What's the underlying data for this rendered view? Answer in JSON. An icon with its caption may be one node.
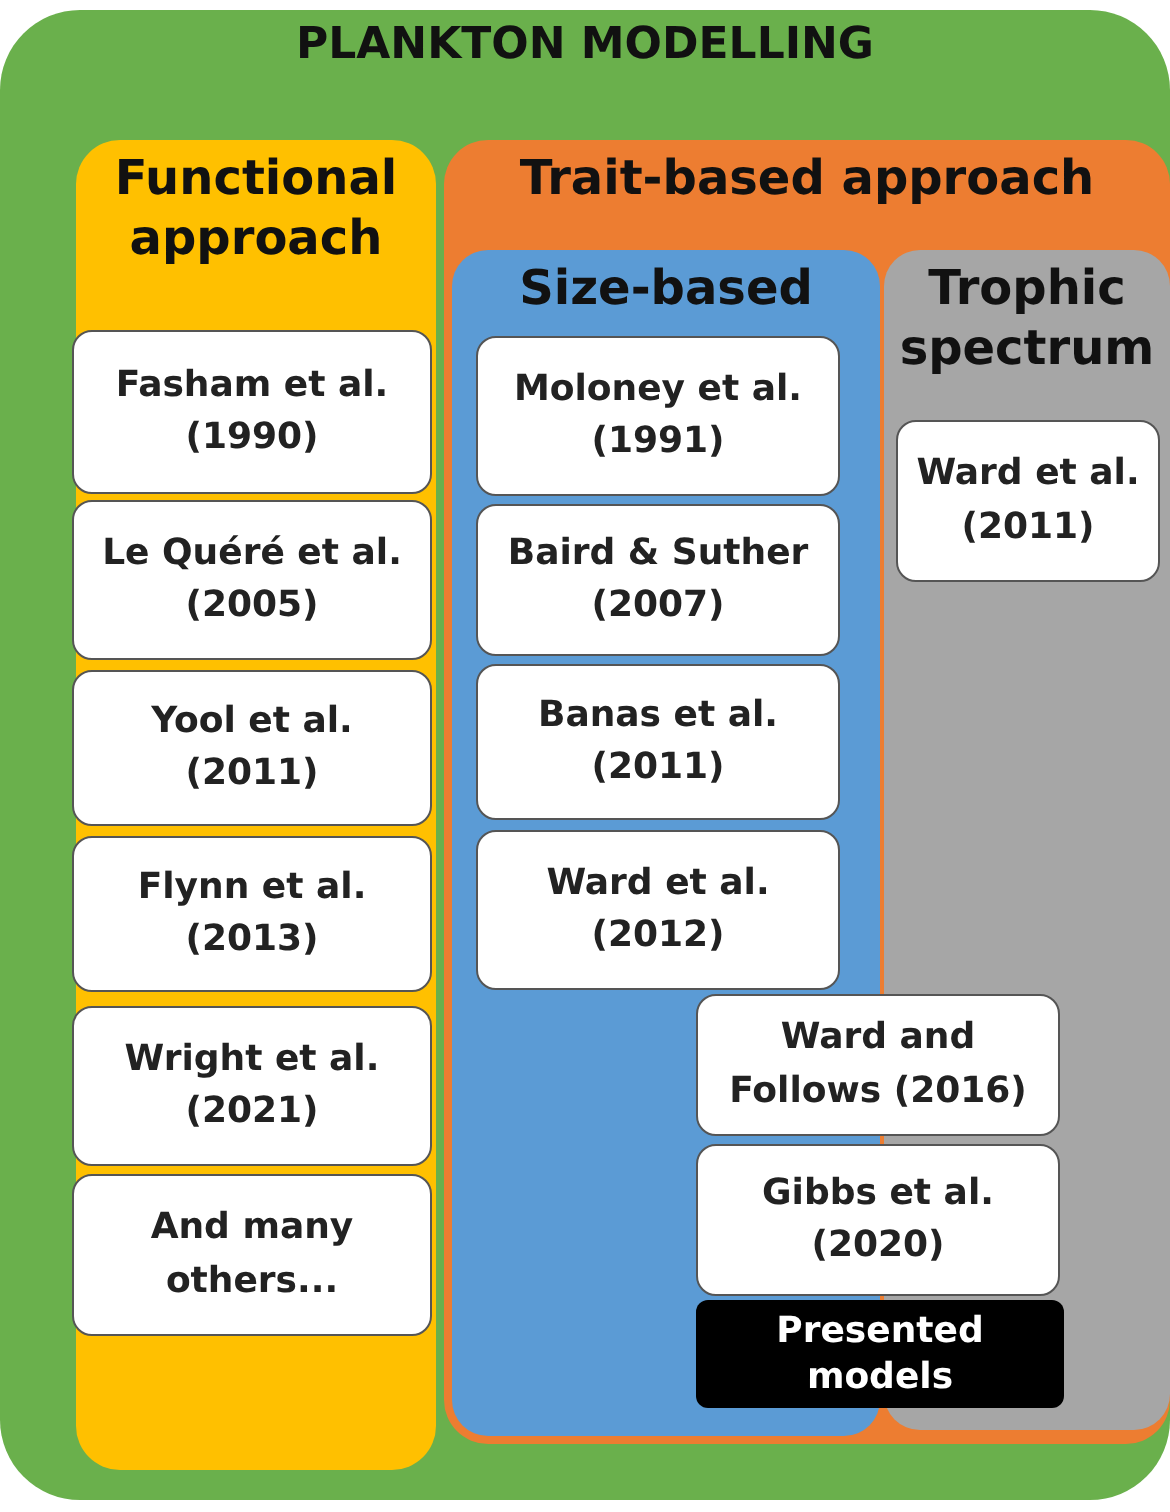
{
  "diagram": {
    "nodes": [
      {
        "text": [
          "PLANKTON MODELLING"
        ]
      },
      {
        "text": [
          "Functional approach"
        ],
        "in": 0
      },
      {
        "text": [
          "Fasham et al. (1990)"
        ],
        "in": 1
      },
      {
        "text": [
          "Le Quéré et al. (2005)"
        ],
        "in": 1
      },
      {
        "text": [
          "Yool et al. (2011)"
        ],
        "in": 1
      },
      {
        "text": [
          "Flynn et al. (2013)"
        ],
        "in": 1
      },
      {
        "text": [
          "Wright et al. (2021)"
        ],
        "in": 1
      },
      {
        "text": [
          "And many others..."
        ],
        "in": 1
      },
      {
        "text": [
          "Trait-based approach"
        ],
        "in": 0
      },
      {
        "text": [
          "Size-based"
        ],
        "in": 8
      },
      {
        "text": [
          "Moloney et al. (1991)"
        ],
        "in": 9
      },
      {
        "text": [
          "Baird & Suther (2007)"
        ],
        "in": 9
      },
      {
        "text": [
          "Banas et al. (2011)"
        ],
        "in": 9
      },
      {
        "text": [
          "Ward et al. (2012)"
        ],
        "in": 9
      },
      {
        "text": [
          "Trophic spectrum"
        ],
        "in": 8
      },
      {
        "text": [
          "Ward et al. (2011)"
        ],
        "in": 14
      },
      {
        "text": [
          "Ward and Follows (2016)"
        ],
        "in": 8
      },
      {
        "text": [
          "Gibbs et al. (2020)"
        ],
        "in": 8
      },
      {
        "text": [
          "Presented models"
        ],
        "in": 8
      }
    ]
  }
}
